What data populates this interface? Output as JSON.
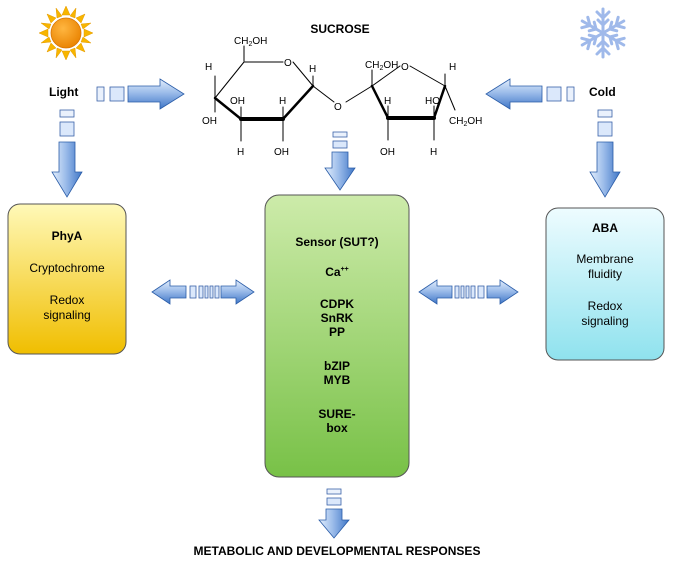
{
  "title": "SUCROSE",
  "bottom_label": "METABOLIC AND DEVELOPMENTAL RESPONSES",
  "left_source": {
    "label": "Light",
    "icon": "sun-icon"
  },
  "right_source": {
    "label": "Cold",
    "icon": "snowflake-icon"
  },
  "left_box": {
    "title": "PhyA",
    "line1": "Cryptochrome",
    "line2a": "Redox",
    "line2b": "signaling"
  },
  "right_box": {
    "title": "ABA",
    "line1a": "Membrane",
    "line1b": "fluidity",
    "line2a": "Redox",
    "line2b": "signaling"
  },
  "center_box": {
    "sensor": "Sensor (SUT?)",
    "ca": "Ca",
    "ca_sup": "++",
    "k1": "CDPK",
    "k2": "SnRK",
    "k3": "PP",
    "tf1": "bZIP",
    "tf2": "MYB",
    "sure1": "SURE-",
    "sure2": "box"
  },
  "molecule": {
    "ch2oh": "CH",
    "sub2": "2",
    "oh_suffix": "OH",
    "o": "O",
    "h": "H",
    "oh": "OH",
    "ho": "HO"
  },
  "colors": {
    "arrow_light": "#dce9fb",
    "arrow_dark": "#3a74c8",
    "left_box_top": "#fff7a8",
    "left_box_bottom": "#f2c200",
    "center_box_top": "#c6e9a3",
    "center_box_bottom": "#7cc44c",
    "right_box_top": "#e9fbff",
    "right_box_bottom": "#8fe4ef",
    "sun": "#f4a100",
    "snowflake": "#9db8ea"
  }
}
